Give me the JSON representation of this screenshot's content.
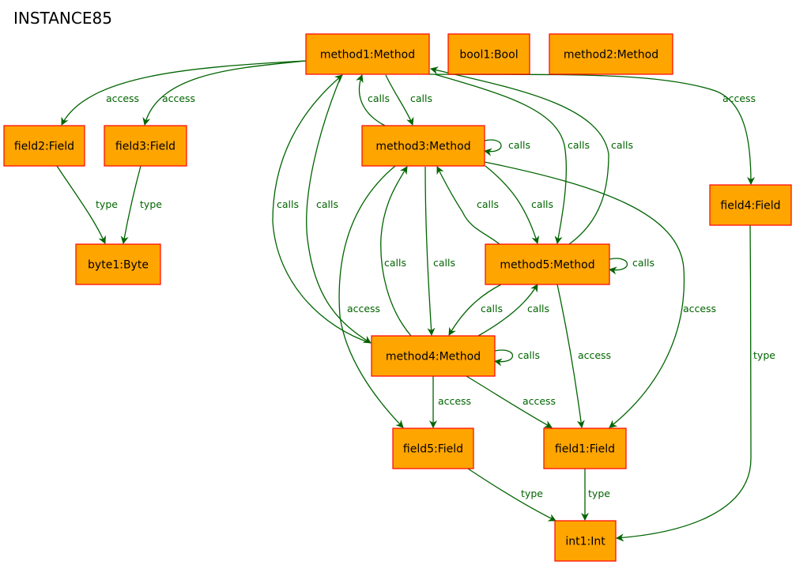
{
  "title": "INSTANCE85",
  "colors": {
    "node_fill": "#ffa500",
    "node_stroke": "#ff0000",
    "edge": "#006400"
  },
  "nodes": [
    {
      "id": "method1",
      "label": "method1:Method"
    },
    {
      "id": "bool1",
      "label": "bool1:Bool"
    },
    {
      "id": "method2",
      "label": "method2:Method"
    },
    {
      "id": "field2",
      "label": "field2:Field"
    },
    {
      "id": "field3",
      "label": "field3:Field"
    },
    {
      "id": "method3",
      "label": "method3:Method"
    },
    {
      "id": "field4",
      "label": "field4:Field"
    },
    {
      "id": "byte1",
      "label": "byte1:Byte"
    },
    {
      "id": "method5",
      "label": "method5:Method"
    },
    {
      "id": "method4",
      "label": "method4:Method"
    },
    {
      "id": "field5",
      "label": "field5:Field"
    },
    {
      "id": "field1",
      "label": "field1:Field"
    },
    {
      "id": "int1",
      "label": "int1:Int"
    }
  ],
  "edges": [
    {
      "from": "method1",
      "to": "field2",
      "label": "access"
    },
    {
      "from": "method1",
      "to": "field3",
      "label": "access"
    },
    {
      "from": "method1",
      "to": "field4",
      "label": "access"
    },
    {
      "from": "method1",
      "to": "method3",
      "label": "calls"
    },
    {
      "from": "method3",
      "to": "method1",
      "label": "calls"
    },
    {
      "from": "method1",
      "to": "method5",
      "label": "calls"
    },
    {
      "from": "method5",
      "to": "method1",
      "label": "calls"
    },
    {
      "from": "method1",
      "to": "method4",
      "label": "calls"
    },
    {
      "from": "method4",
      "to": "method1",
      "label": "calls"
    },
    {
      "from": "method3",
      "to": "method3",
      "label": "calls"
    },
    {
      "from": "method3",
      "to": "method5",
      "label": "calls"
    },
    {
      "from": "method5",
      "to": "method3",
      "label": "calls"
    },
    {
      "from": "method3",
      "to": "method4",
      "label": "calls"
    },
    {
      "from": "method4",
      "to": "method3",
      "label": "calls"
    },
    {
      "from": "method3",
      "to": "field5",
      "label": "access"
    },
    {
      "from": "method3",
      "to": "field1",
      "label": "access"
    },
    {
      "from": "method5",
      "to": "method5",
      "label": "calls"
    },
    {
      "from": "method5",
      "to": "method4",
      "label": "calls"
    },
    {
      "from": "method4",
      "to": "method5",
      "label": "calls"
    },
    {
      "from": "method5",
      "to": "field1",
      "label": "access"
    },
    {
      "from": "method4",
      "to": "method4",
      "label": "calls"
    },
    {
      "from": "method4",
      "to": "field5",
      "label": "access"
    },
    {
      "from": "method4",
      "to": "field1",
      "label": "access"
    },
    {
      "from": "field2",
      "to": "byte1",
      "label": "type"
    },
    {
      "from": "field3",
      "to": "byte1",
      "label": "type"
    },
    {
      "from": "field4",
      "to": "int1",
      "label": "type"
    },
    {
      "from": "field5",
      "to": "int1",
      "label": "type"
    },
    {
      "from": "field1",
      "to": "int1",
      "label": "type"
    }
  ]
}
